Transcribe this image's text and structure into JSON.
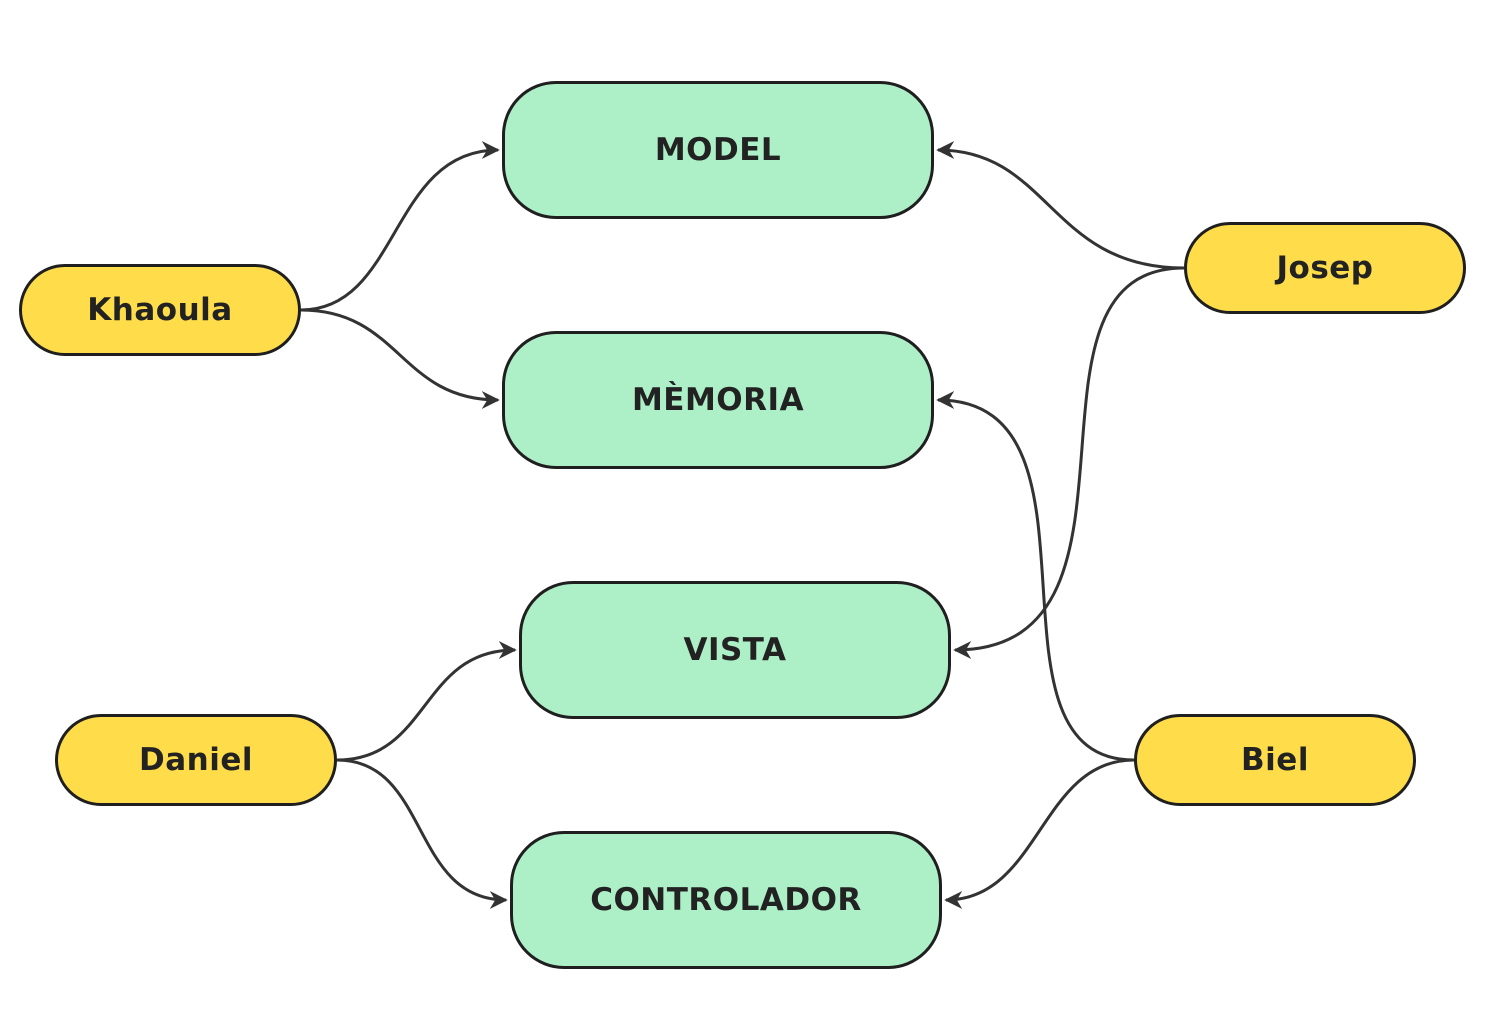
{
  "colors": {
    "module_fill": "#adf0c7",
    "person_fill": "#ffdd4a",
    "stroke": "#1f1f1f",
    "edge": "#333333"
  },
  "modules": {
    "model": "MODEL",
    "memoria": "MÈMORIA",
    "vista": "VISTA",
    "controlador": "CONTROLADOR"
  },
  "people": {
    "khaoula": "Khaoula",
    "josep": "Josep",
    "daniel": "Daniel",
    "biel": "Biel"
  },
  "edges": [
    {
      "from": "Khaoula",
      "to": "MODEL"
    },
    {
      "from": "Khaoula",
      "to": "MÈMORIA"
    },
    {
      "from": "Josep",
      "to": "MODEL"
    },
    {
      "from": "Josep",
      "to": "VISTA"
    },
    {
      "from": "Daniel",
      "to": "VISTA"
    },
    {
      "from": "Daniel",
      "to": "CONTROLADOR"
    },
    {
      "from": "Biel",
      "to": "MÈMORIA"
    },
    {
      "from": "Biel",
      "to": "CONTROLADOR"
    }
  ]
}
